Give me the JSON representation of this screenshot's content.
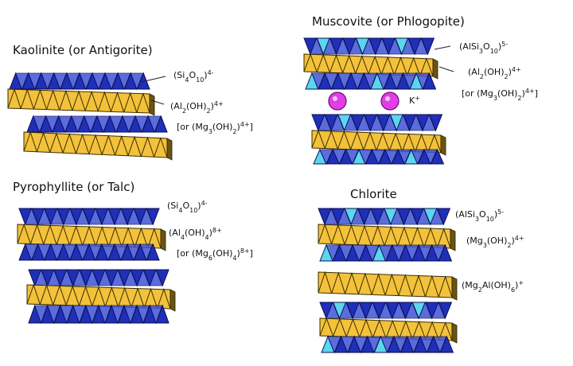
{
  "colors": {
    "tetra_dark": "#1f2fb8",
    "tetra_light": "#5ad6ee",
    "octa_face": "#f3c23a",
    "octa_shadow": "#6a5410",
    "potassium": "#e23ee6",
    "leader": "#222222"
  },
  "panels": [
    {
      "id": "kaolinite",
      "title": "Kaolinite (or Antigorite)",
      "labels": [
        {
          "pre": "(Si",
          "sub": "4",
          "mid": "O",
          "sub2": "10",
          "post": ")",
          "sup": "4-"
        },
        {
          "pre": "(Al",
          "sub": "2",
          "mid": "(OH)",
          "sub2": "2",
          "post": ")",
          "sup": "4+"
        },
        {
          "pre": "[or (Mg",
          "sub": "3",
          "mid": "(OH)",
          "sub2": "2",
          "post": ")",
          "sup": "4+",
          "tail": "]"
        }
      ]
    },
    {
      "id": "muscovite",
      "title": "Muscovite (or Phlogopite)",
      "labels": [
        {
          "pre": "(AlSi",
          "sub": "3",
          "mid": "O",
          "sub2": "10",
          "post": ")",
          "sup": "5-"
        },
        {
          "pre": "(Al",
          "sub": "2",
          "mid": "(OH)",
          "sub2": "2",
          "post": ")",
          "sup": "4+"
        },
        {
          "pre": "[or (Mg",
          "sub": "3",
          "mid": "(OH)",
          "sub2": "2",
          "post": ")",
          "sup": "4+",
          "tail": "]"
        },
        {
          "pre": "K",
          "sup": "+"
        }
      ]
    },
    {
      "id": "pyrophyllite",
      "title": "Pyrophyllite (or Talc)",
      "labels": [
        {
          "pre": "(Si",
          "sub": "4",
          "mid": "O",
          "sub2": "10",
          "post": ")",
          "sup": "4-"
        },
        {
          "pre": "(Al",
          "sub": "4",
          "mid": "(OH)",
          "sub2": "4",
          "post": ")",
          "sup": "8+"
        },
        {
          "pre": "[or (Mg",
          "sub": "6",
          "mid": "(OH)",
          "sub2": "4",
          "post": ")",
          "sup": "8+",
          "tail": "]"
        }
      ]
    },
    {
      "id": "chlorite",
      "title": "Chlorite",
      "labels": [
        {
          "pre": "(AlSi",
          "sub": "3",
          "mid": "O",
          "sub2": "10",
          "post": ")",
          "sup": "5-"
        },
        {
          "pre": "(Mg",
          "sub": "3",
          "mid": "(OH)",
          "sub2": "2",
          "post": ")",
          "sup": "4+"
        },
        {
          "pre": "(Mg",
          "sub": "2",
          "mid": "Al(OH)",
          "sub2": "6",
          "post": ")",
          "sup": "+"
        }
      ]
    }
  ]
}
